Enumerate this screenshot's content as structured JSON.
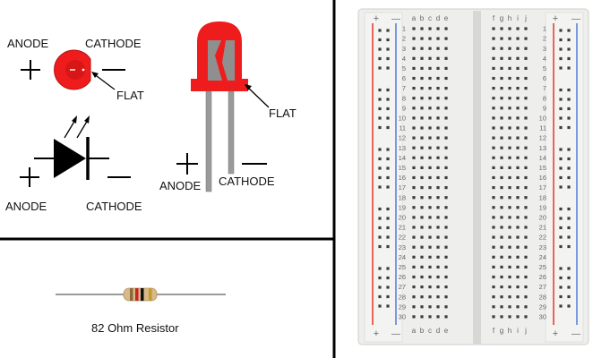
{
  "led_diagram": {
    "top_view": {
      "anode_label": "ANODE",
      "cathode_label": "CATHODE",
      "flat_label": "FLAT",
      "plus_sign": "+",
      "minus_sign": "—"
    },
    "schematic": {
      "anode_label": "ANODE",
      "cathode_label": "CATHODE",
      "plus_sign": "+",
      "minus_sign": "—"
    },
    "side_view": {
      "anode_label": "ANODE",
      "cathode_label": "CATHODE",
      "flat_label": "FLAT",
      "plus_sign": "+",
      "minus_sign": "—"
    }
  },
  "resistor": {
    "caption": "82 Ohm Resistor",
    "bands": [
      "#8a6a3a",
      "#cc2222",
      "#111111",
      "#c49a2c"
    ]
  },
  "breadboard": {
    "left_columns": [
      "a",
      "b",
      "c",
      "d",
      "e"
    ],
    "right_columns": [
      "f",
      "g",
      "h",
      "i",
      "j"
    ],
    "row_count": 30,
    "rail_plus": "+",
    "rail_minus": "—",
    "rail_red": "#e8342a",
    "rail_blue": "#3a6bd6"
  },
  "colors": {
    "led_red": "#ee1c1c",
    "lead_gray": "#9a9a9a",
    "board": "#eeeeec",
    "divider": "#000000"
  }
}
